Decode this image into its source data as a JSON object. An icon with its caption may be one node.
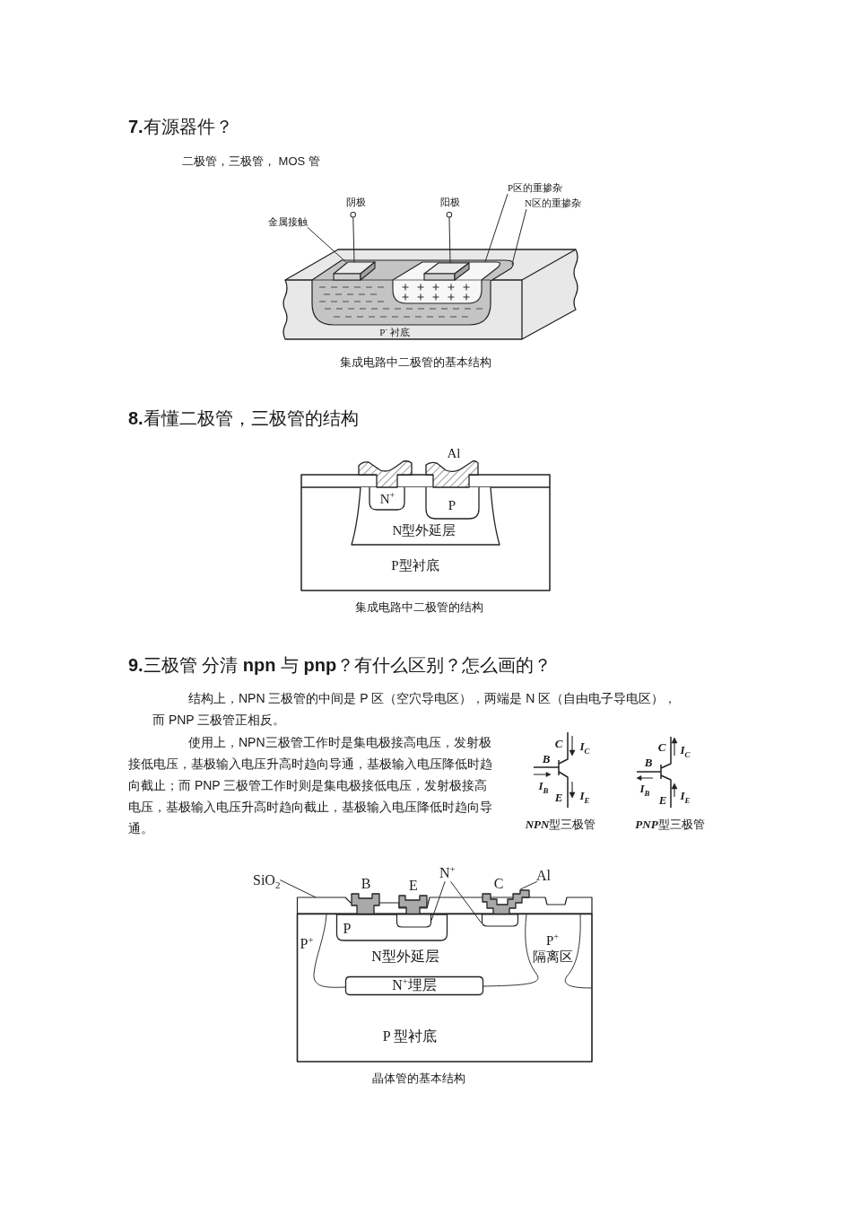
{
  "diagram": {
    "nodes": [
      {
        "text": [
          "P区的重掺杂"
        ]
      },
      {
        "text": [
          "N区的重掺杂"
        ]
      },
      {
        "text": [
          "阴极"
        ]
      },
      {
        "text": [
          "阳极"
        ]
      },
      {
        "text": [
          "金属接触"
        ]
      },
      {
        "text": [
          "P$^{-}$ 衬底"
        ]
      },
      {
        "text": [],
        "shape": "box",
        "in": 5
      },
      {
        "text": [],
        "shape": "box",
        "in": 6
      },
      {
        "text": [],
        "shape": "box",
        "in": 6
      },
      {
        "text": [],
        "shape": "box",
        "in": 8
      },
      {
        "text": [
          "P型衬底"
        ]
      },
      {
        "text": [
          "N型外延层"
        ],
        "in": 10
      },
      {
        "text": [
          "N$^{+}$"
        ],
        "in": 11
      },
      {
        "text": [
          "P"
        ],
        "in": 11
      },
      {
        "text": [
          "SiO$_{2}$"
        ]
      },
      {
        "text": [
          "N$^{+}$"
        ]
      },
      {
        "text": [
          "Al"
        ]
      },
      {
        "text": [],
        "shape": "box"
      },
      {
        "text": [],
        "shape": "box",
        "beside": [
          "B"
        ]
      },
      {
        "text": [],
        "shape": "box",
        "beside": [
          "E"
        ]
      },
      {
        "text": [],
        "shape": "box",
        "beside": [
          "C"
        ]
      },
      {
        "text": [
          "P 型衬底"
        ]
      },
      {
        "text": [
          "P"
        ],
        "in": 21
      },
      {
        "text": [],
        "shape": "box",
        "in": 22
      },
      {
        "text": [],
        "shape": "box",
        "in": 21
      },
      {
        "text": [
          "N$^{+}$埋层"
        ],
        "in": 21
      }
    ],
    "edges": [
      {
        "from": 0,
        "to": 8,
        "arrow": "none"
      },
      {
        "from": 1,
        "to": 6,
        "arrow": "none"
      },
      {
        "from": 2,
        "to": 7,
        "arrow": "other"
      },
      {
        "from": 3,
        "to": 9,
        "arrow": "other"
      },
      {
        "from": 4,
        "to": 7,
        "arrow": "none"
      },
      {
        "from": 14,
        "to": 17,
        "arrow": "none"
      },
      {
        "from": 15,
        "to": 23,
        "arrow": "none"
      },
      {
        "from": 15,
        "to": 24,
        "arrow": "none"
      },
      {
        "from": 16,
        "to": 20,
        "arrow": "none"
      }
    ],
    "labels": [
      "**7.**有源器件？",
      "二极管，三极管， MOS 管",
      "集成电路中二极管的基本结构",
      "**8.**看懂二极管，三极管的结构",
      "Al",
      "集成电路中二极管的结构",
      "**9.**三极管 分清 **npn** 与 **pnp**？有什么区别？怎么画的？",
      "结构上，NPN 三极管的中间是 P 区（空穴导电区），两端是 N 区（自由电子导电区），而 PNP 三极管正相反。",
      "使用上，NPN三极管工作时是集电极接高电压，发射极接低电压，基极输入电压升高时趋向导通，基极输入电压降低时趋向截止；而 PNP 三极管工作时则是集电极接低电压，发射极接高电压，基极输入电压升高时趋向截止，基极输入电压降低时趋向导通。",
      "C",
      "I$_{C}$",
      "B",
      "I$_{B}$",
      "E",
      "I$_{E}$",
      "C",
      "I$_{C}$",
      "B",
      "I$_{B}$",
      "E",
      "I$_{E}$",
      "**NPN**型三极管",
      "**PNP**型三极管",
      "P$^{+}$",
      "P$^{+}$ 隔离区",
      "N型外延层",
      "晶体管的基本结构"
    ]
  }
}
